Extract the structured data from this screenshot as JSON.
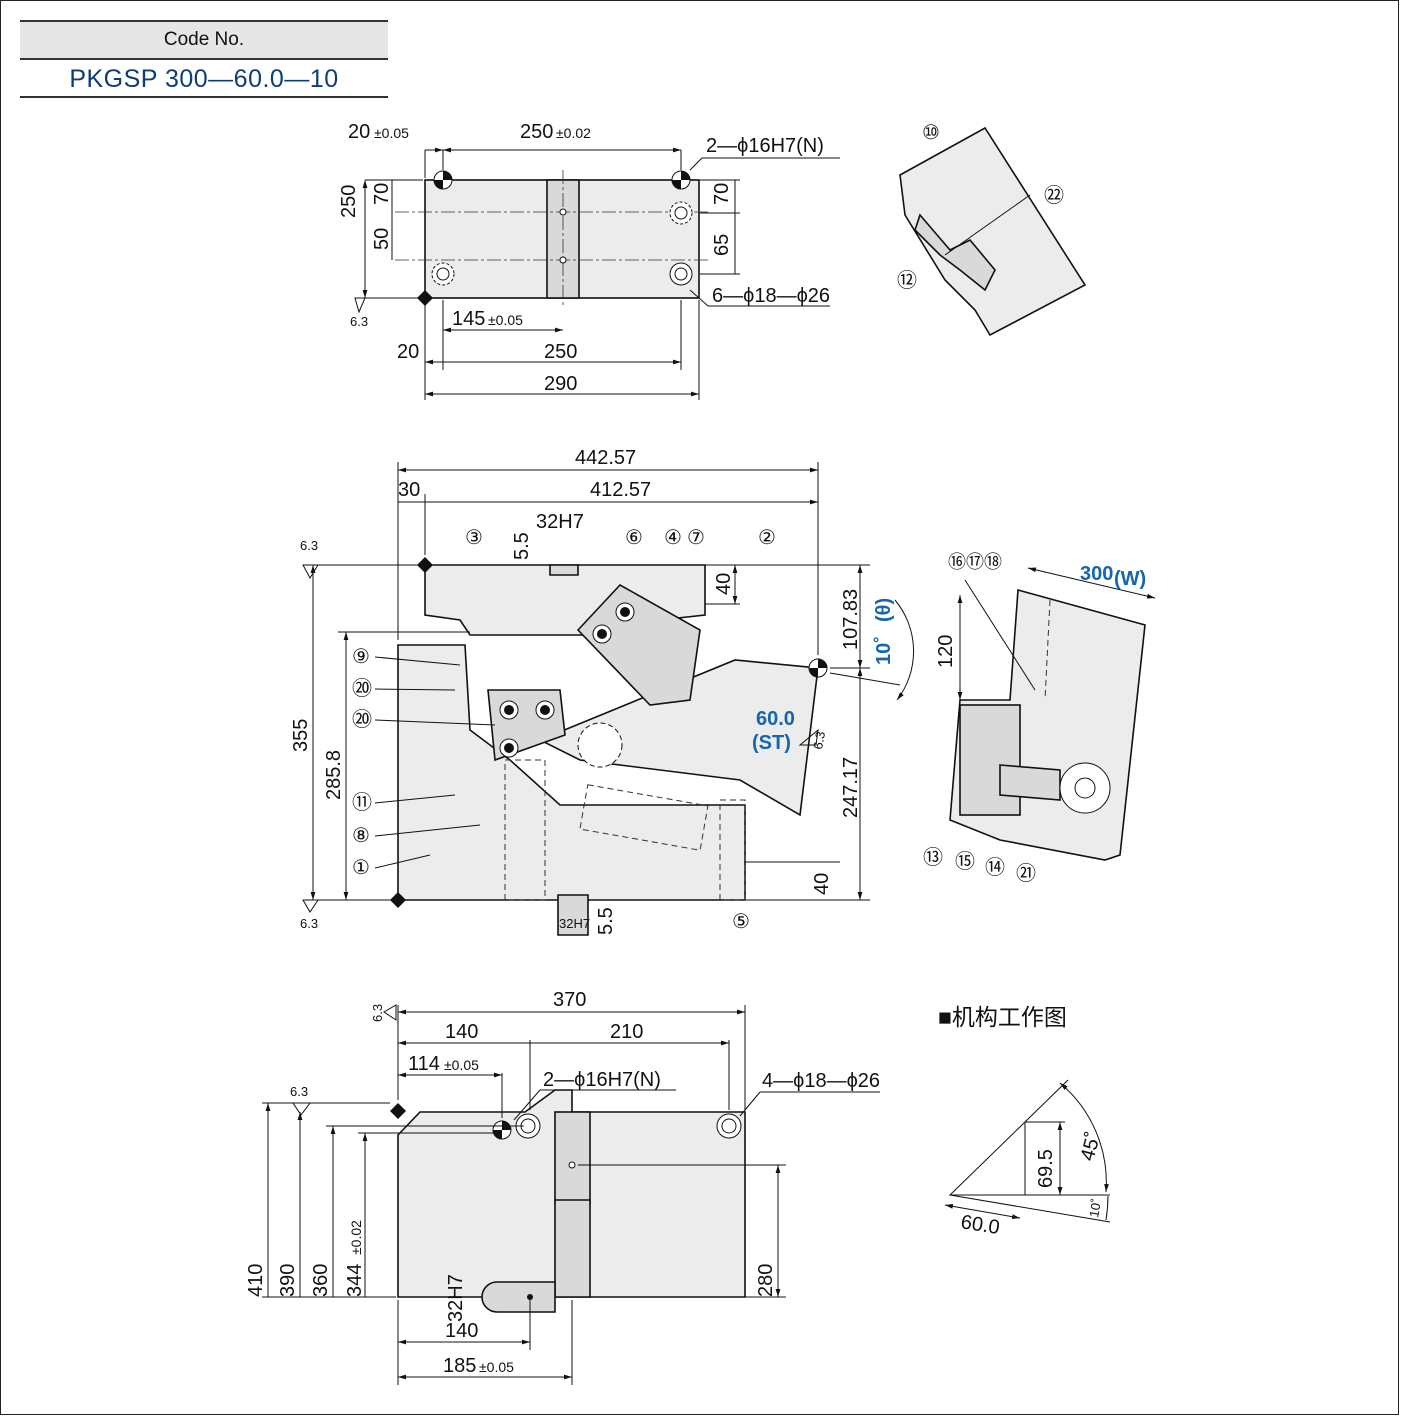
{
  "header": {
    "code_label": "Code No.",
    "code_value": "PKGSP 300—60.0—10"
  },
  "top_view": {
    "d1": "20",
    "d1_tol": "±0.05",
    "d2": "250",
    "d2_tol": "±0.02",
    "hole1": "2—ϕ16H7(N)",
    "hole2": "6—ϕ18—ϕ26",
    "h_left": "250",
    "h70": "70",
    "h50": "50",
    "h70r": "70",
    "h65": "65",
    "rough": "6.3",
    "d145": "145",
    "d145_tol": "±0.05",
    "d20b": "20",
    "d250b": "250",
    "d290": "290"
  },
  "detail_a": {
    "n10": "⑩",
    "n22": "㉒",
    "n12": "⑫"
  },
  "front_view": {
    "w442": "442.57",
    "w30": "30",
    "w412": "412.57",
    "slot": "32H7",
    "d55": "5.5",
    "d40": "40",
    "h107": "107.83",
    "angle": "10˚",
    "theta": "(θ)",
    "st": "60.0",
    "st_label": "(ST)",
    "h355": "355",
    "h285": "285.8",
    "h247": "247.17",
    "h40b": "40",
    "slot_b": "32H7",
    "d55b": "5.5",
    "rough": "6.3",
    "n1": "①",
    "n2": "②",
    "n3": "③",
    "n4": "④",
    "n5": "⑤",
    "n6": "⑥",
    "n7": "⑦",
    "n8": "⑧",
    "n9": "⑨",
    "n11": "⑪",
    "n19": "⑳",
    "n20": "⑳"
  },
  "detail_b": {
    "w300": "300",
    "w_label": "(W)",
    "h120": "120",
    "n161718": "⑯⑰⑱",
    "n13": "⑬",
    "n15": "⑮",
    "n14": "⑭",
    "n21": "㉑"
  },
  "bottom_view": {
    "w370": "370",
    "w140": "140",
    "w210": "210",
    "w114": "114",
    "w114_tol": "±0.05",
    "hole1": "2—ϕ16H7(N)",
    "hole2": "4—ϕ18—ϕ26",
    "rough": "6.3",
    "h410": "410",
    "h390": "390",
    "h360": "360",
    "h344": "344",
    "h344_tol": "±0.02",
    "h280": "280",
    "slot": "32H7",
    "b140": "140",
    "b185": "185",
    "b185_tol": "±0.05"
  },
  "mechanism": {
    "title": "■机构工作图",
    "h69": "69.5",
    "a45": "45˚",
    "a10": "10˚",
    "w60": "60.0"
  }
}
